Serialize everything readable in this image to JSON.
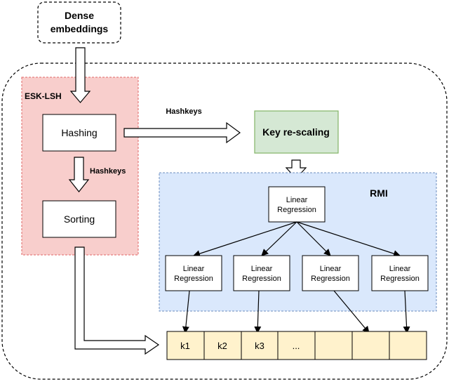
{
  "input": {
    "line1": "Dense",
    "line2": "embeddings"
  },
  "esk": {
    "label": "ESK-LSH"
  },
  "hashing": {
    "label": "Hashing"
  },
  "sorting": {
    "label": "Sorting"
  },
  "hashkeys_vertical": "Hashkeys",
  "hashkeys_horizontal": "Hashkeys",
  "rescale": {
    "label": "Key re-scaling"
  },
  "rmi": {
    "label": "RMI",
    "model_line1": "Linear",
    "model_line2": "Regression",
    "root": {
      "line1": "Linear",
      "line2": "Regression"
    },
    "leaves": [
      {
        "line1": "Linear",
        "line2": "Regression"
      },
      {
        "line1": "Linear",
        "line2": "Regression"
      },
      {
        "line1": "Linear",
        "line2": "Regression"
      },
      {
        "line1": "Linear",
        "line2": "Regression"
      }
    ]
  },
  "keys": {
    "cells": [
      "k1",
      "k2",
      "k3",
      "...",
      "",
      "",
      ""
    ]
  },
  "colors": {
    "esk_fill": "#f8cecc",
    "esk_stroke": "#e06666",
    "rescale_fill": "#d5e8d4",
    "rescale_stroke": "#82b366",
    "rmi_fill": "#dae8fc",
    "rmi_stroke": "#6c8ebf",
    "keys_fill": "#fff2cc",
    "keys_stroke": "#000000"
  }
}
